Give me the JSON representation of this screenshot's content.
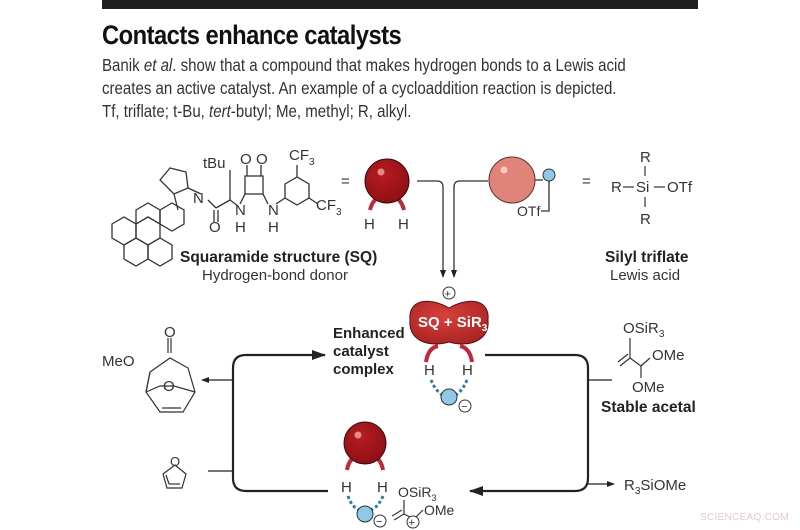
{
  "header": {
    "title": "Contacts enhance catalysts",
    "description_line1_pre": "Banik ",
    "description_line1_italic": "et al",
    "description_line1_post": ". show that a compound that makes hydrogen bonds to a Lewis acid",
    "description_line2": "creates an active catalyst. An example of a cycloaddition reaction is depicted.",
    "description_line3_pre": "Tf, triflate; t-Bu, ",
    "description_line3_italic": "tert",
    "description_line3_post": "-butyl; Me, methyl; R, alkyl."
  },
  "squaramide": {
    "label_tbu": "tBu",
    "label_o1": "O",
    "label_o2": "O",
    "label_o3": "O",
    "label_n1": "N",
    "label_n2": "N",
    "label_n3": "N",
    "label_h1": "H",
    "label_h2": "H",
    "label_cf3_top": "CF",
    "label_cf3_bottom": "CF",
    "sub3": "3",
    "equals": "=",
    "title": "Squaramide structure (SQ)",
    "subtitle": "Hydrogen-bond donor"
  },
  "sq_icon": {
    "h_left": "H",
    "h_right": "H",
    "color": "#a0141c"
  },
  "silyl": {
    "otf": "OTf",
    "equals": "=",
    "r_top": "R",
    "r_left": "R",
    "si": "Si",
    "otf_right": "OTf",
    "r_bottom": "R",
    "title": "Silyl triflate",
    "subtitle": "Lewis acid",
    "ball_color": "#e0847a",
    "small_ball_color": "#8ec9e8"
  },
  "complex": {
    "plus": "+",
    "label": "SQ + SiR",
    "sub": "3",
    "h_left": "H",
    "h_right": "H",
    "minus": "−",
    "side_label_1": "Enhanced",
    "side_label_2": "catalyst",
    "side_label_3": "complex"
  },
  "acetal": {
    "osir": "OSiR",
    "sub": "3",
    "ome1": "OMe",
    "ome2": "OMe",
    "label": "Stable acetal"
  },
  "product": {
    "meo": "MeO",
    "o_top": "O",
    "o_bridge": "O"
  },
  "furan": {
    "o": "O"
  },
  "intermediate": {
    "h_left": "H",
    "h_right": "H",
    "minus": "−",
    "plus": "+",
    "osir": "OSiR",
    "sub": "3",
    "ome": "OMe"
  },
  "byproduct": {
    "label": "R",
    "sub": "3",
    "rest": "SiOMe"
  },
  "watermark": "SCIENCEAQ.COM"
}
